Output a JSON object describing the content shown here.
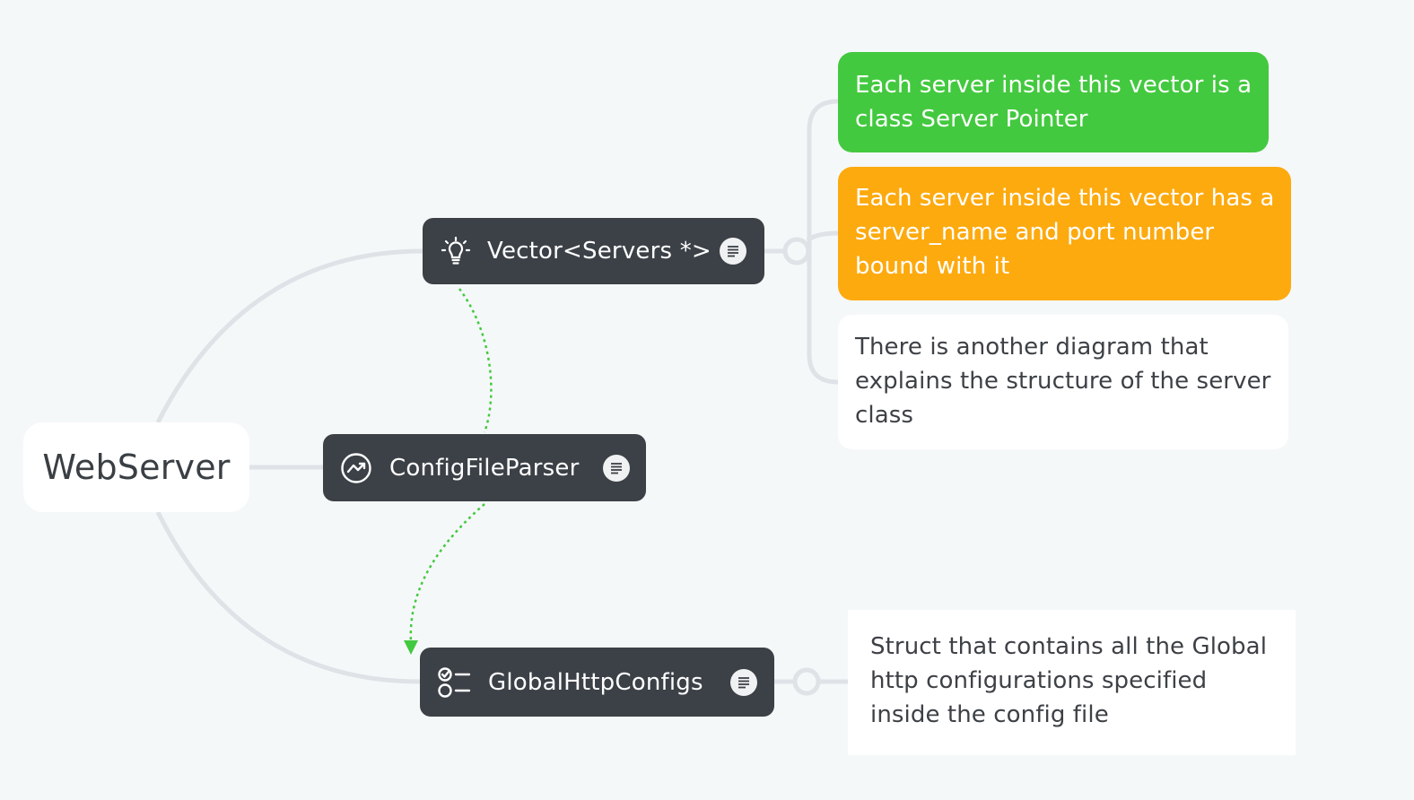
{
  "diagram": {
    "root": {
      "label": "WebServer"
    },
    "topics": {
      "vector": {
        "label": "Vector<Servers *>",
        "icon": "lightbulb-icon"
      },
      "config": {
        "label": "ConfigFileParser",
        "icon": "trend-chart-icon"
      },
      "global": {
        "label": "GlobalHttpConfigs",
        "icon": "checklist-icon"
      }
    },
    "subtopics": {
      "green": {
        "lines": [
          "Each server inside this vector is a",
          "class Server Pointer"
        ],
        "color": "#43c93f"
      },
      "orange": {
        "lines": [
          "Each server inside this vector has a",
          "server_name and port number",
          "bound with it"
        ],
        "color": "#fdaa0f"
      },
      "white": {
        "lines": [
          "There is another diagram that",
          "explains the structure of the server",
          "class"
        ],
        "color": "#ffffff"
      },
      "struct": {
        "lines": [
          "Struct that contains all the Global",
          "http configurations specified",
          "inside the config file"
        ],
        "color": "#ffffff"
      }
    },
    "colors": {
      "background": "#f5f8f9",
      "topic_fill": "#3c4147",
      "connector": "#dfe2e6",
      "relationship": "#43c93f"
    }
  }
}
